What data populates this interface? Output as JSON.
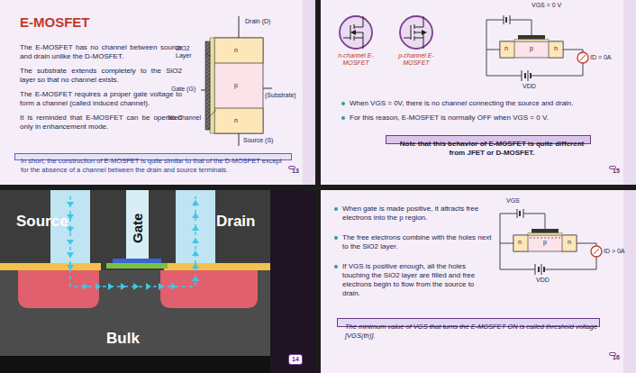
{
  "diagram": {
    "nodes": [
      {
        "text": [
          "E-MOSFET",
          "The E-MOSFET has no channel between source and drain unlike the D-MOSFET.",
          "The substrate extends completely to the SiO2 layer so that no channel exists.",
          "The E-MOSFET requires a proper gate voltage to form a channel (called induced channel).",
          "It is reminded that E-MOSFET can be operated only in enhancement mode."
        ]
      },
      {
        "text": [
          "In short, the construction of E-MOSFET is quite similar to that of the D-MOSFET except for the absence of a channel between the drain and source terminals."
        ],
        "in": 0
      },
      {
        "text": [
          "13"
        ],
        "in": 0
      },
      {
        "text": [
          "When VGS = 0V, there is no channel connecting the source and drain.",
          "For this reason, E-MOSFET is normally OFF when VGS = 0 V."
        ]
      },
      {
        "text": [
          "Note that this behavior of E-MOSFET is quite different from JFET or D-MOSFET."
        ],
        "in": 3
      },
      {
        "text": [
          "15"
        ],
        "in": 3
      },
      {
        "text": [
          "14"
        ]
      },
      {
        "text": [
          "When gate is made positive, it attracts free electrons into the p region.",
          "The free electrons combine with the holes next to the SiO2 layer.",
          "If VGS is positive enough, all the holes touching the SiO2 layer are filled and free electrons begin to flow from the source to drain."
        ]
      },
      {
        "text": [
          "The minimum value of VGS that turns the E-MOSFET ON is called threshold voltage [VGS(th)]."
        ],
        "in": 7
      },
      {
        "text": [
          "16"
        ],
        "in": 7
      }
    ],
    "labels": [
      "Drain (D)",
      "SiO2 Layer",
      "Gate (G)",
      "n",
      "p",
      "n",
      "(Substrate)",
      "No Channel",
      "Source (S)",
      "n-channel E-MOSFET",
      "p-channel E-MOSFET",
      "VGS = 0 V",
      "n",
      "p",
      "n",
      "ID = 0A",
      "VDD",
      "Source",
      "Gate",
      "Drain",
      "Bulk",
      "VGS",
      "n",
      "p",
      "n",
      "ID > 0A",
      "VDD"
    ]
  }
}
